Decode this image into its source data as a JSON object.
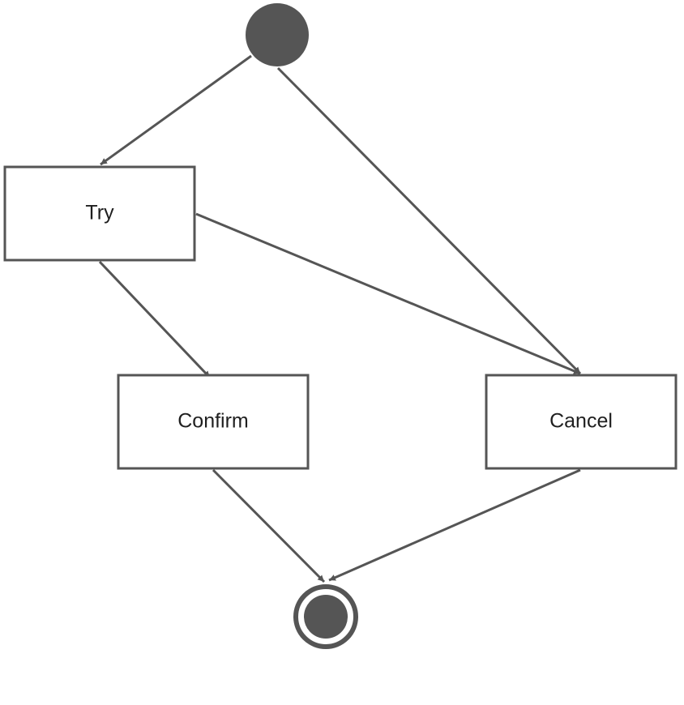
{
  "diagram": {
    "colors": {
      "stroke": "#555555",
      "fill_dark": "#555555",
      "box_fill": "#ffffff",
      "text": "#1f1f1f",
      "background": "#ffffff"
    },
    "nodes": {
      "start": {
        "kind": "initial"
      },
      "try": {
        "kind": "activity",
        "label": "Try"
      },
      "confirm": {
        "kind": "activity",
        "label": "Confirm"
      },
      "cancel": {
        "kind": "activity",
        "label": "Cancel"
      },
      "end": {
        "kind": "final"
      }
    },
    "edges": [
      {
        "from": "start",
        "to": "try"
      },
      {
        "from": "start",
        "to": "cancel"
      },
      {
        "from": "try",
        "to": "confirm"
      },
      {
        "from": "try",
        "to": "cancel"
      },
      {
        "from": "confirm",
        "to": "end"
      },
      {
        "from": "cancel",
        "to": "end"
      }
    ]
  }
}
